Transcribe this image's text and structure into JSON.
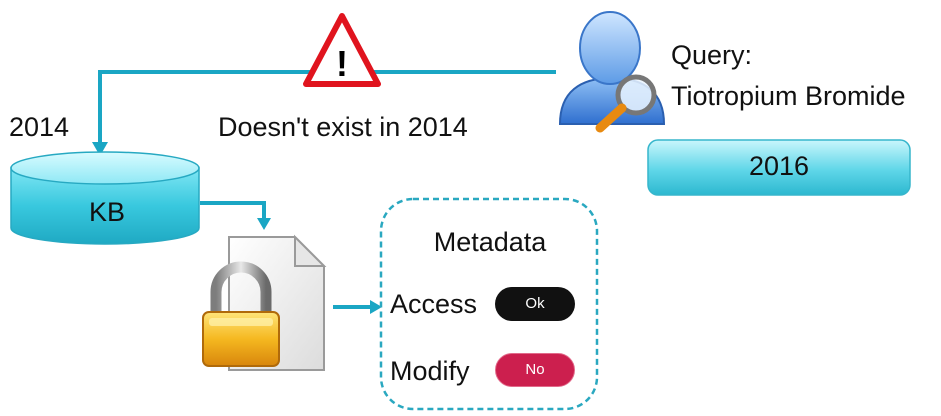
{
  "query": {
    "label": "Query:",
    "value": "Tiotropium Bromide",
    "year": "2016"
  },
  "timeline": {
    "left_year": "2014",
    "warning_text": "Doesn't exist in 2014",
    "warning_symbol": "!"
  },
  "kb": {
    "label": "KB"
  },
  "metadata": {
    "title": "Metadata",
    "rows": [
      {
        "label": "Access",
        "status": "Ok"
      },
      {
        "label": "Modify",
        "status": "No"
      }
    ]
  },
  "colors": {
    "connector": "#1aa6c4",
    "cylinder_top": "#a8f0f8",
    "cylinder_body": "#36c3d9",
    "warning_border": "#e0141e",
    "status_ok": "#111111",
    "status_no": "#cc1f4e",
    "metadata_border": "#2aa8c0"
  },
  "icons": [
    "warning-icon",
    "user-search-icon",
    "database-icon",
    "locked-document-icon"
  ]
}
